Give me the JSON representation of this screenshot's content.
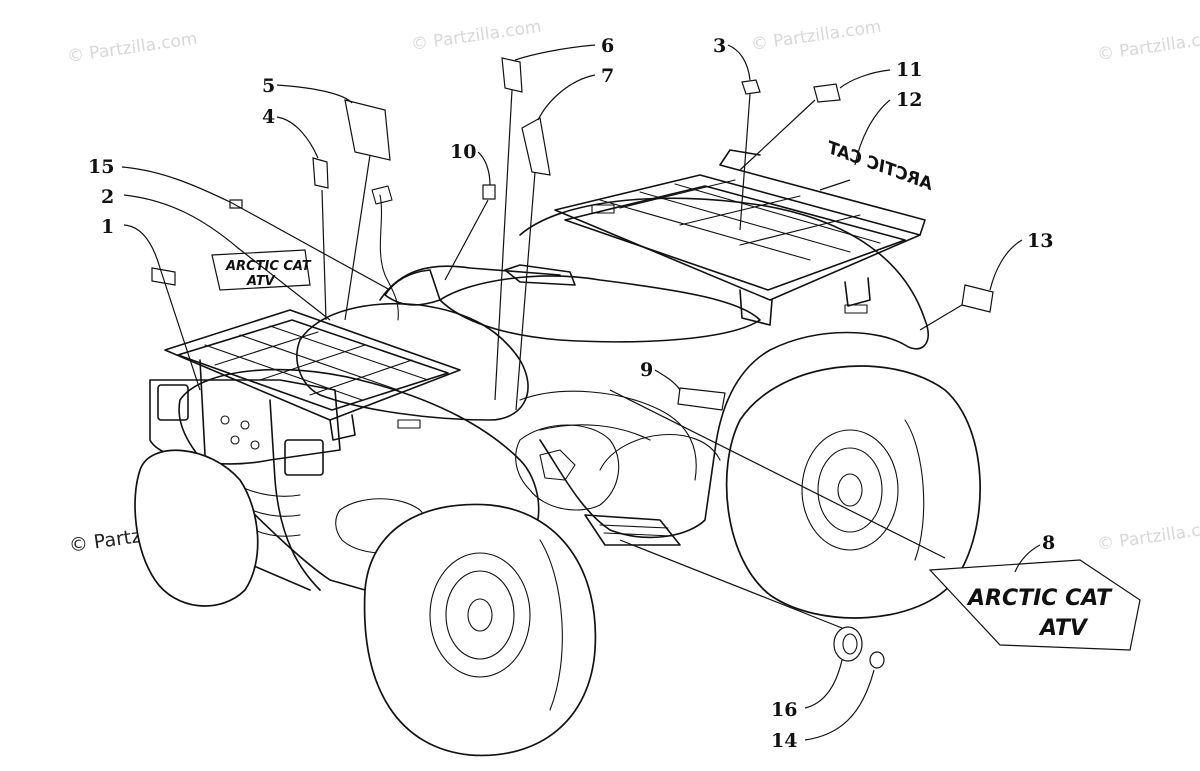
{
  "watermarks": {
    "faint": "© Partzilla.com",
    "dark": "© Partzilla.com"
  },
  "decals": {
    "small_brand_line1": "ARCTIC CAT",
    "small_brand_line2": "ATV",
    "large_brand_line1": "ARCTIC CAT",
    "large_brand_line2": "ATV",
    "rear_mirrored": "ARCTIC CAT"
  },
  "callouts": [
    "1",
    "2",
    "3",
    "4",
    "5",
    "6",
    "7",
    "8",
    "9",
    "10",
    "11",
    "12",
    "13",
    "14",
    "15",
    "16"
  ]
}
